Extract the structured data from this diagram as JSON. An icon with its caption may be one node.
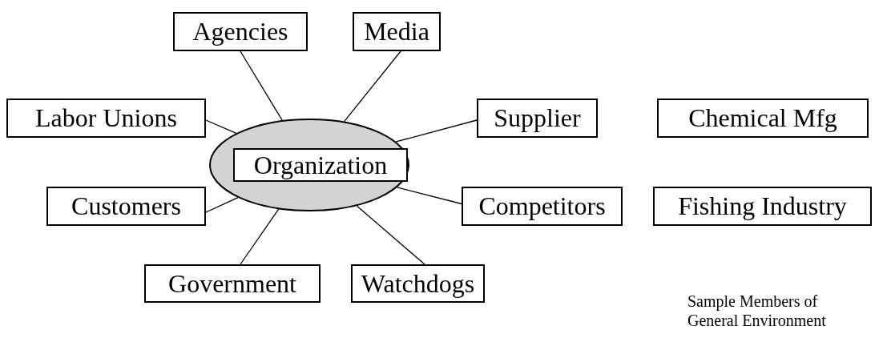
{
  "diagram": {
    "nodes": [
      {
        "text": [],
        "shape": "ellipse"
      },
      {
        "text": [
          "Organization"
        ],
        "in": 0
      },
      {
        "text": [
          "Agencies"
        ]
      },
      {
        "text": [
          "Media"
        ]
      },
      {
        "text": [
          "Labor Unions"
        ]
      },
      {
        "text": [
          "Supplier"
        ]
      },
      {
        "text": [
          "Chemical Mfg"
        ]
      },
      {
        "text": [
          "Customers"
        ]
      },
      {
        "text": [
          "Competitors"
        ]
      },
      {
        "text": [
          "Fishing Industry"
        ]
      },
      {
        "text": [
          "Government"
        ]
      },
      {
        "text": [
          "Watchdogs"
        ]
      }
    ],
    "edges": [
      {
        "from": 0,
        "to": 2,
        "arrow": "none"
      },
      {
        "from": 0,
        "to": 3,
        "arrow": "none"
      },
      {
        "from": 0,
        "to": 4,
        "arrow": "none"
      },
      {
        "from": 0,
        "to": 5,
        "arrow": "none"
      },
      {
        "from": 0,
        "to": 7,
        "arrow": "none"
      },
      {
        "from": 0,
        "to": 8,
        "arrow": "none"
      },
      {
        "from": 0,
        "to": 10,
        "arrow": "none"
      },
      {
        "from": 0,
        "to": 11,
        "arrow": "none"
      }
    ],
    "labels": [
      "Sample Members of General Environment"
    ]
  }
}
